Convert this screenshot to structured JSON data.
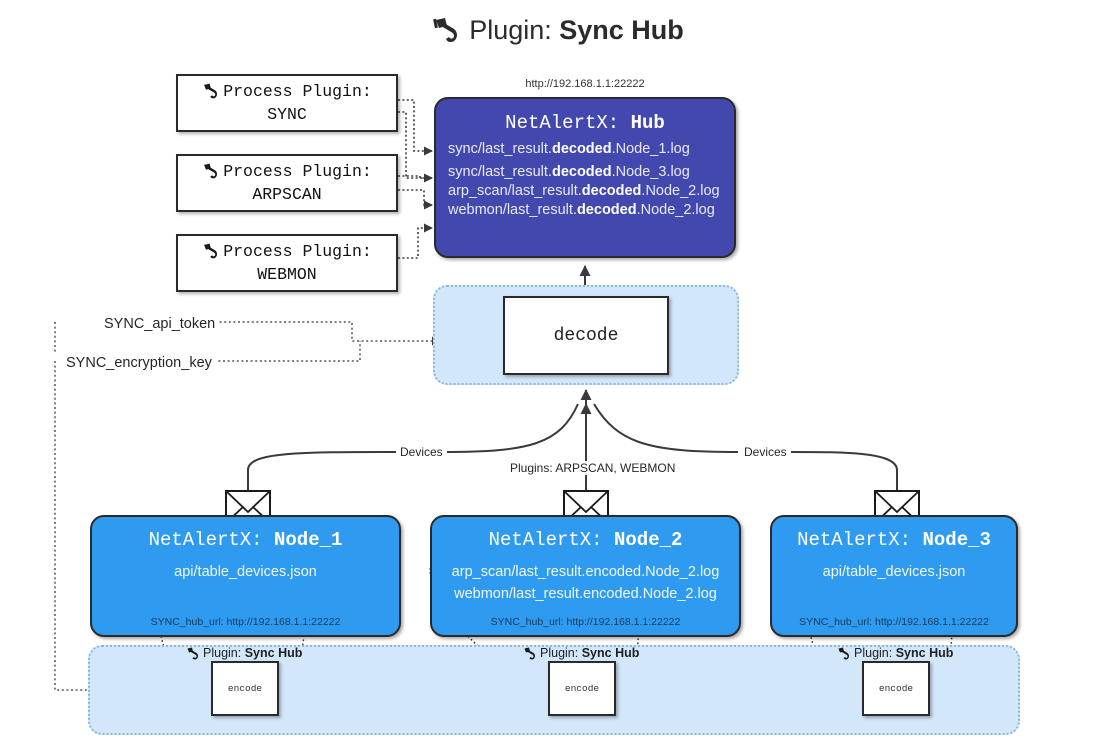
{
  "title": {
    "icon": "plug-icon",
    "prefix": "Plugin:",
    "name": "Sync Hub"
  },
  "hub": {
    "url": "http://192.168.1.1:22222",
    "title_prefix": "NetAlertX:",
    "title_name": "Hub",
    "lines": [
      {
        "pre": "sync/last_result.",
        "mid": "decoded",
        "post": ".Node_1.log"
      },
      {
        "pre": "sync/last_result.",
        "mid": "decoded",
        "post": ".Node_3.log"
      },
      {
        "pre": "arp_scan/last_result.",
        "mid": "decoded",
        "post": ".Node_2.log"
      },
      {
        "pre": "webmon/last_result.",
        "mid": "decoded",
        "post": ".Node_2.log"
      }
    ]
  },
  "process_plugins": [
    {
      "label": "Process Plugin:",
      "name": "SYNC"
    },
    {
      "label": "Process Plugin:",
      "name": "ARPSCAN"
    },
    {
      "label": "Process Plugin:",
      "name": "WEBMON"
    }
  ],
  "env_vars": [
    {
      "label": "SYNC_api_token"
    },
    {
      "label": "SYNC_encryption_key"
    }
  ],
  "decode": {
    "label": "decode"
  },
  "flow_labels": {
    "left": "Devices",
    "middle": "Plugins: ARPSCAN, WEBMON",
    "right": "Devices"
  },
  "nodes": [
    {
      "title_prefix": "NetAlertX:",
      "title_name": "Node_1",
      "lines": [
        "api/table_devices.json"
      ],
      "footer": "SYNC_hub_url: http://192.168.1.1:22222",
      "icon": "envelope-icon"
    },
    {
      "title_prefix": "NetAlertX:",
      "title_name": "Node_2",
      "lines": [
        "arp_scan/last_result.encoded.Node_2.log",
        "webmon/last_result.encoded.Node_2.log"
      ],
      "footer": "SYNC_hub_url: http://192.168.1.1:22222",
      "icon": "envelope-icon"
    },
    {
      "title_prefix": "NetAlertX:",
      "title_name": "Node_3",
      "lines": [
        "api/table_devices.json"
      ],
      "footer": "SYNC_hub_url: http://192.168.1.1:22222",
      "icon": "envelope-icon"
    }
  ],
  "plugin_labels": [
    {
      "prefix": "Plugin:",
      "name": "Sync Hub"
    },
    {
      "prefix": "Plugin:",
      "name": "Sync Hub"
    },
    {
      "prefix": "Plugin:",
      "name": "Sync Hub"
    }
  ],
  "encode_boxes": [
    {
      "label": "encode"
    },
    {
      "label": "encode"
    },
    {
      "label": "encode"
    }
  ],
  "colors": {
    "hub_fill": "#4248ae",
    "node_fill": "#2e9bf0",
    "band_fill": "#d3e7fa",
    "band_border": "#8fb8d8",
    "stroke": "#2a2a2a",
    "background": "#ffffff"
  }
}
